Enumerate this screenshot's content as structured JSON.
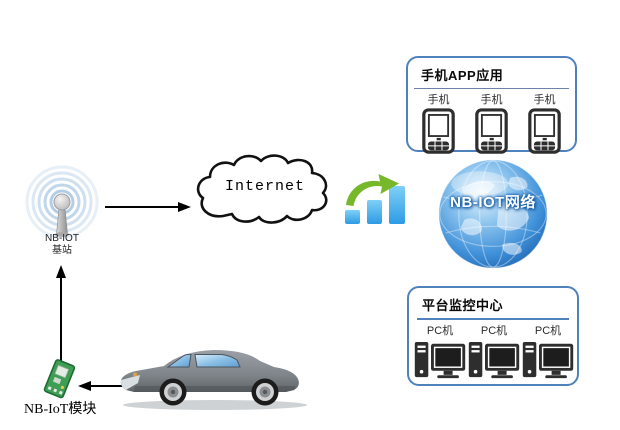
{
  "base_station": {
    "label_line1": "NB-IOT",
    "label_line2": "基站"
  },
  "internet_cloud": {
    "label": "Internet"
  },
  "nb_iot_network": {
    "label": "NB-IOT网络"
  },
  "app_panel": {
    "title": "手机APP应用",
    "devices": [
      {
        "label": "手机"
      },
      {
        "label": "手机"
      },
      {
        "label": "手机"
      }
    ]
  },
  "monitor_panel": {
    "title": "平台监控中心",
    "devices": [
      {
        "label": "PC机"
      },
      {
        "label": "PC机"
      },
      {
        "label": "PC机"
      }
    ]
  },
  "module": {
    "label": "NB-IoT模块"
  },
  "icons": {
    "antenna": "radio-base-station",
    "cloud": "internet-cloud",
    "uplink": "bar-chart-growth-arrow",
    "globe": "blue-network-globe",
    "phone": "mobile-phone",
    "pc": "desktop-computer",
    "car": "gray-sedan-car",
    "board": "green-circuit-board"
  },
  "colors": {
    "panel_border": "#4f81bd",
    "app_divider": "#6b83a8",
    "monitor_divider": "#4f81bd",
    "bar_blue": "#3fa9f5",
    "arrow_green": "#76b82a",
    "globe_blue": "#2f7fd0",
    "arrow_black": "#000000"
  }
}
